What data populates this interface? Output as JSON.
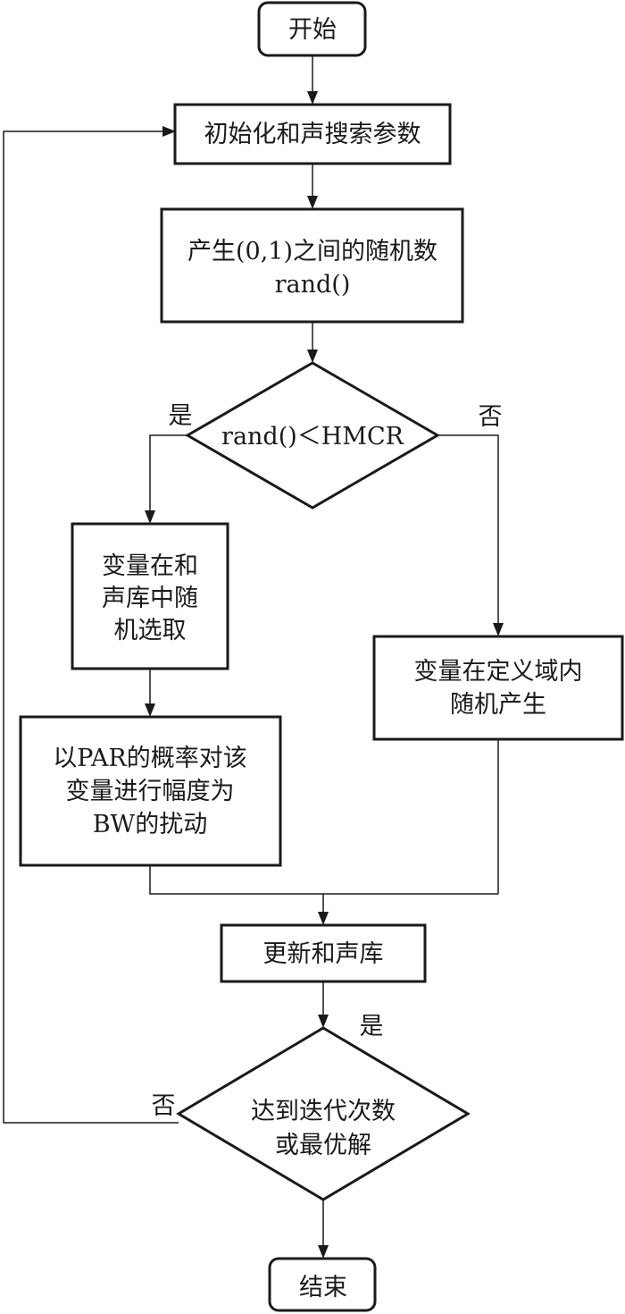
{
  "nodes": {
    "start": "开始",
    "init": "初始化和声搜索参数",
    "rand": [
      "产生(0,1)之间的随机数",
      "rand()"
    ],
    "cond1": "rand()＜HMCR",
    "pick": [
      "变量在和",
      "声库中随",
      "机选取"
    ],
    "perturb": [
      "以PAR的概率对该",
      "变量进行幅度为",
      "BW的扰动"
    ],
    "gen": [
      "变量在定义域内",
      "随机产生"
    ],
    "update": "更新和声库",
    "cond2": [
      "达到迭代次数",
      "或最优解"
    ],
    "end": "结束"
  },
  "labels": {
    "cond1_yes": "是",
    "cond1_no": "否",
    "cond2_yes": "是",
    "cond2_no": "否"
  }
}
